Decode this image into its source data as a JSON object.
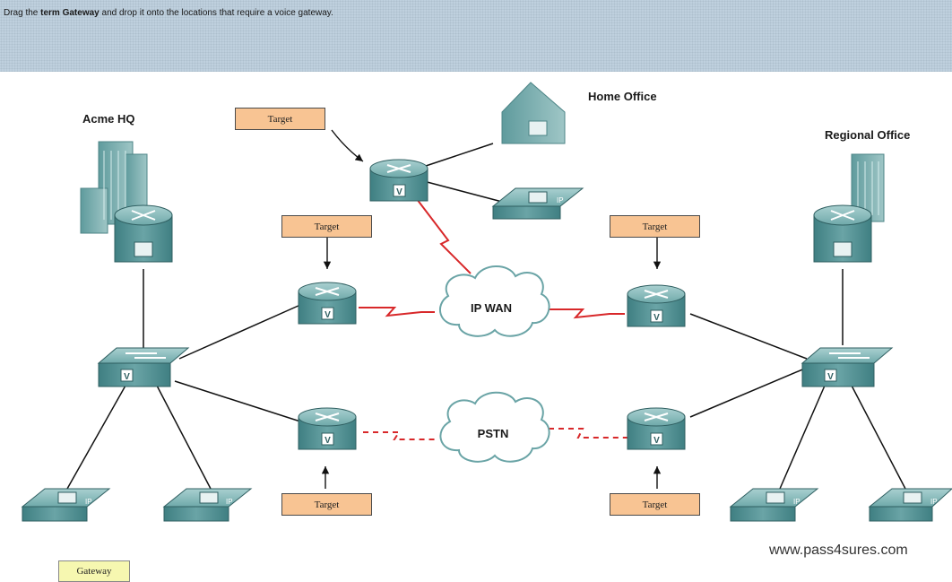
{
  "instruction": {
    "part1": "Drag the ",
    "part2": "term ",
    "bold1": "Gateway",
    "part3": " and  drop it onto the locations that require  a voice gateway."
  },
  "sites": {
    "hq": "Acme HQ",
    "home": "Home Office",
    "regional": "Regional Office"
  },
  "clouds": {
    "wan": "IP WAN",
    "pstn": "PSTN"
  },
  "targets": [
    "Target",
    "Target",
    "Target",
    "Target",
    "Target"
  ],
  "drag_item": "Gateway",
  "watermark": "www.pass4sures.com",
  "icons": {
    "router_badge": "V",
    "phone_badge": "IP",
    "switch_badge": "V"
  },
  "colors": {
    "header": "#bfd0de",
    "target": "#f8c493",
    "gateway": "#f6f7b0",
    "device": "#5f9fa0",
    "wan_link": "#d8282a"
  }
}
